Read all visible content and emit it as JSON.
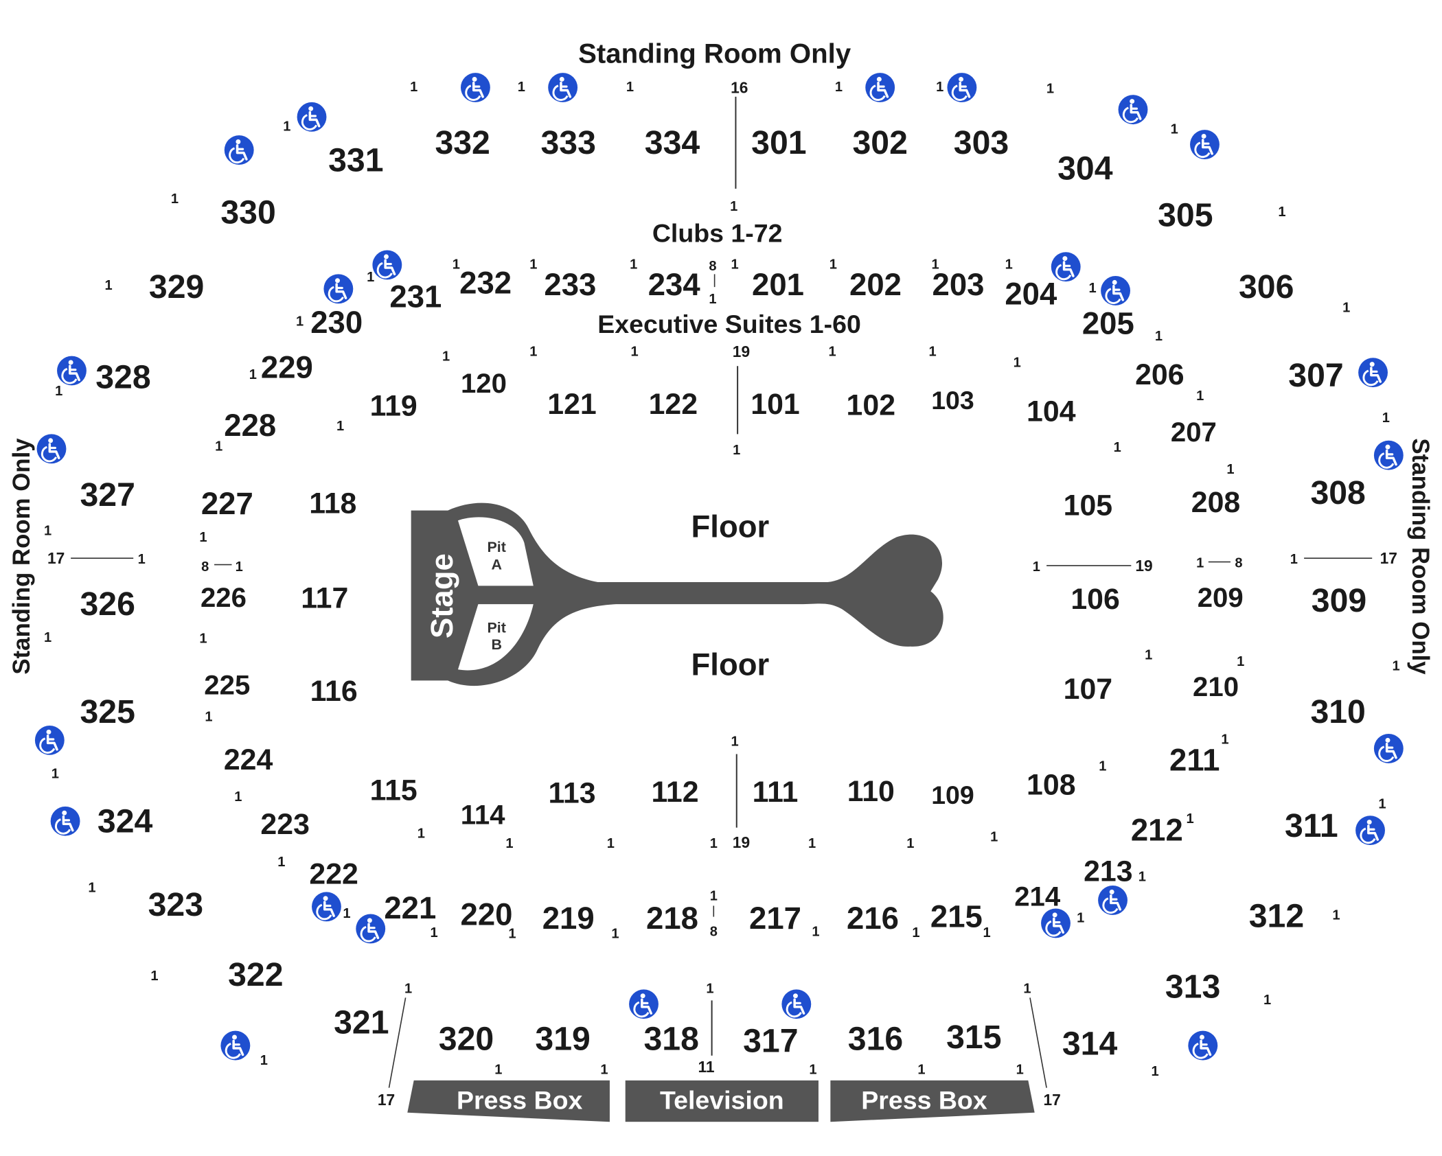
{
  "labels": {
    "standing_top": "Standing Room Only",
    "standing_left": "Standing Room Only",
    "standing_right": "Standing Room Only",
    "clubs": "Clubs 1-72",
    "suites": "Executive Suites 1-60",
    "floor_top": "Floor",
    "floor_bottom": "Floor",
    "stage": "Stage",
    "pit_a": "Pit A",
    "pit_b": "Pit B",
    "press_box_left": "Press Box",
    "television": "Television",
    "press_box_right": "Press Box"
  },
  "colors": {
    "stage": "#555555",
    "accessible": "#1f4fcf",
    "text": "#1a1a1a"
  },
  "sections": {
    "s331": "331",
    "s332": "332",
    "s333": "333",
    "s334": "334",
    "s301": "301",
    "s302": "302",
    "s303": "303",
    "s304": "304",
    "s330": "330",
    "s305": "305",
    "s329": "329",
    "s306": "306",
    "s328": "328",
    "s307": "307",
    "s327": "327",
    "s308": "308",
    "s326": "326",
    "s309": "309",
    "s325": "325",
    "s310": "310",
    "s324": "324",
    "s311": "311",
    "s323": "323",
    "s312": "312",
    "s322": "322",
    "s313": "313",
    "s321": "321",
    "s320": "320",
    "s319": "319",
    "s318": "318",
    "s317": "317",
    "s316": "316",
    "s315": "315",
    "s314": "314",
    "s231": "231",
    "s232": "232",
    "s233": "233",
    "s234": "234",
    "s201": "201",
    "s202": "202",
    "s203": "203",
    "s204": "204",
    "s230": "230",
    "s205": "205",
    "s229": "229",
    "s206": "206",
    "s228": "228",
    "s207": "207",
    "s227": "227",
    "s208": "208",
    "s226": "226",
    "s209": "209",
    "s225": "225",
    "s210": "210",
    "s224": "224",
    "s211": "211",
    "s223": "223",
    "s212": "212",
    "s222": "222",
    "s213": "213",
    "s221": "221",
    "s220": "220",
    "s219": "219",
    "s218": "218",
    "s217": "217",
    "s216": "216",
    "s215": "215",
    "s214": "214",
    "s119": "119",
    "s120": "120",
    "s121": "121",
    "s122": "122",
    "s101": "101",
    "s102": "102",
    "s103": "103",
    "s104": "104",
    "s118": "118",
    "s105": "105",
    "s117": "117",
    "s106": "106",
    "s116": "116",
    "s107": "107",
    "s115": "115",
    "s114": "114",
    "s113": "113",
    "s112": "112",
    "s111": "111",
    "s110": "110",
    "s109": "109",
    "s108": "108"
  },
  "rows": {
    "one": "1",
    "r16": "16",
    "r19": "19",
    "r8": "8",
    "r17": "17",
    "r11": "11"
  },
  "icons": {
    "accessible": "wheelchair-icon"
  }
}
